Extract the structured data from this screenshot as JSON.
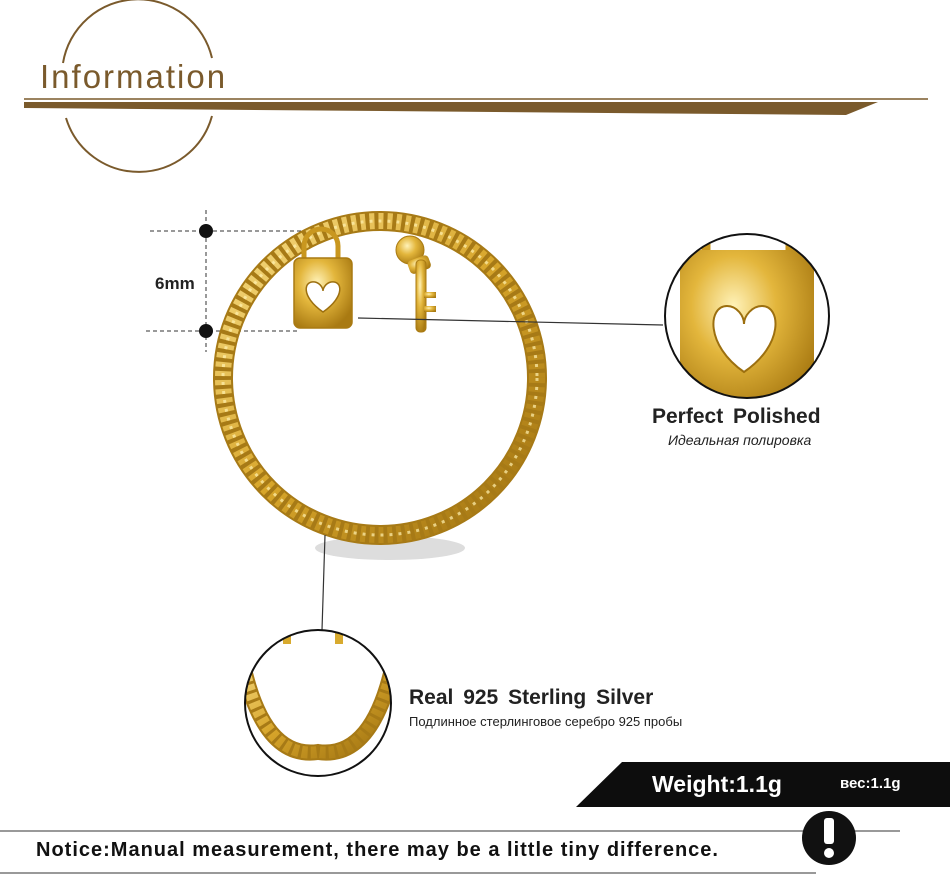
{
  "header": {
    "title": "Information"
  },
  "measurement": {
    "label": "6mm"
  },
  "features": {
    "polished": {
      "title": "Perfect  Polished",
      "subtitle": "Идеальная полировка"
    },
    "silver": {
      "title": "Real 925  Sterling  Silver",
      "subtitle": "Подлинное стерлинговое серебро 925 пробы"
    }
  },
  "weight": {
    "label": "Weight:1.1g",
    "label_ru": "вес:1.1g"
  },
  "notice": {
    "text": "Notice:Manual measurement, there may be a little tiny difference."
  },
  "colors": {
    "accent": "#7a5a2c",
    "gold": "#d8aa2e",
    "dark": "#111111"
  },
  "icons": {
    "warning": "exclamation-icon"
  }
}
